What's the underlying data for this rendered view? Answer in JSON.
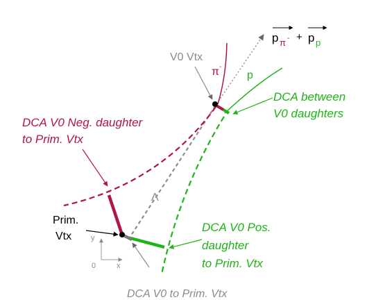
{
  "colors": {
    "negative": "#b0144f",
    "positive": "#1fb317",
    "lambda": "#8c8c8c",
    "black": "#000000",
    "grey_text": "#8a8a8a"
  },
  "labels": {
    "momentum_sum": {
      "p1": "p",
      "sub1": "π",
      "sup1": "-",
      "plus": "+",
      "p2": "p",
      "sub2": "p"
    },
    "v0_vtx": "V0 Vtx",
    "pi_minus": "π",
    "pi_minus_sup": "-",
    "proton": "p",
    "dca_daughters_line1": "DCA between",
    "dca_daughters_line2": "V0 daughters",
    "dca_neg_line1": "DCA V0 Neg. daughter",
    "dca_neg_line2": "to Prim. Vtx",
    "lambda": "Λ",
    "prim_vtx_line1": "Prim.",
    "prim_vtx_line2": "Vtx",
    "dca_pos_line1": "DCA V0 Pos.",
    "dca_pos_line2": "daughter",
    "dca_pos_line3": "to Prim. Vtx",
    "dca_v0_prim": "DCA V0 to Prim. Vtx",
    "axis_y": "y",
    "axis_x": "x",
    "axis_origin": "0"
  }
}
